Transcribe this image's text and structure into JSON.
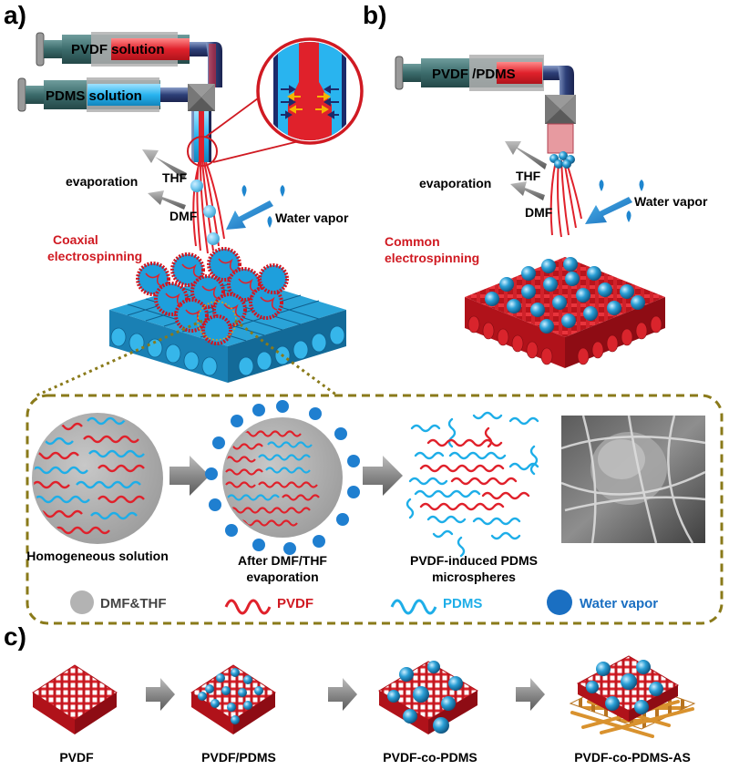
{
  "panel_a": {
    "label": "a)",
    "syringe_top": "PVDF solution",
    "syringe_bottom": "PDMS solution",
    "thf": "THF",
    "dmf": "DMF",
    "evaporation": "evaporation",
    "water_vapor": "Water vapor",
    "method_line1": "Coaxial",
    "method_line2": "electrospinning"
  },
  "panel_b": {
    "label": "b)",
    "syringe": "PVDF /PDMS",
    "thf": "THF",
    "dmf": "DMF",
    "evaporation": "evaporation",
    "water_vapor": "Water vapor",
    "method_line1": "Common",
    "method_line2": "electrospinning"
  },
  "mechanism": {
    "step1": "Homogeneous solution",
    "step2_line1": "After DMF/THF",
    "step2_line2": "evaporation",
    "step3_line1": "PVDF-induced PDMS",
    "step3_line2": "microspheres",
    "legend": {
      "solvent": "DMF&THF",
      "pvdf": "PVDF",
      "pdms": "PDMS",
      "water": "Water vapor"
    }
  },
  "panel_c": {
    "label": "c)",
    "stages": [
      "PVDF",
      "PVDF/PDMS",
      "PVDF-co-PDMS",
      "PVDF-co-PDMS-AS"
    ]
  },
  "colors": {
    "pvdf_red": "#e0212b",
    "pdms_blue": "#1eaee8",
    "water_blue": "#1a6fc2",
    "solvent_gray": "#b3b3b3",
    "frame_olive": "#8a7a1a",
    "as_orange": "#d9922e"
  }
}
